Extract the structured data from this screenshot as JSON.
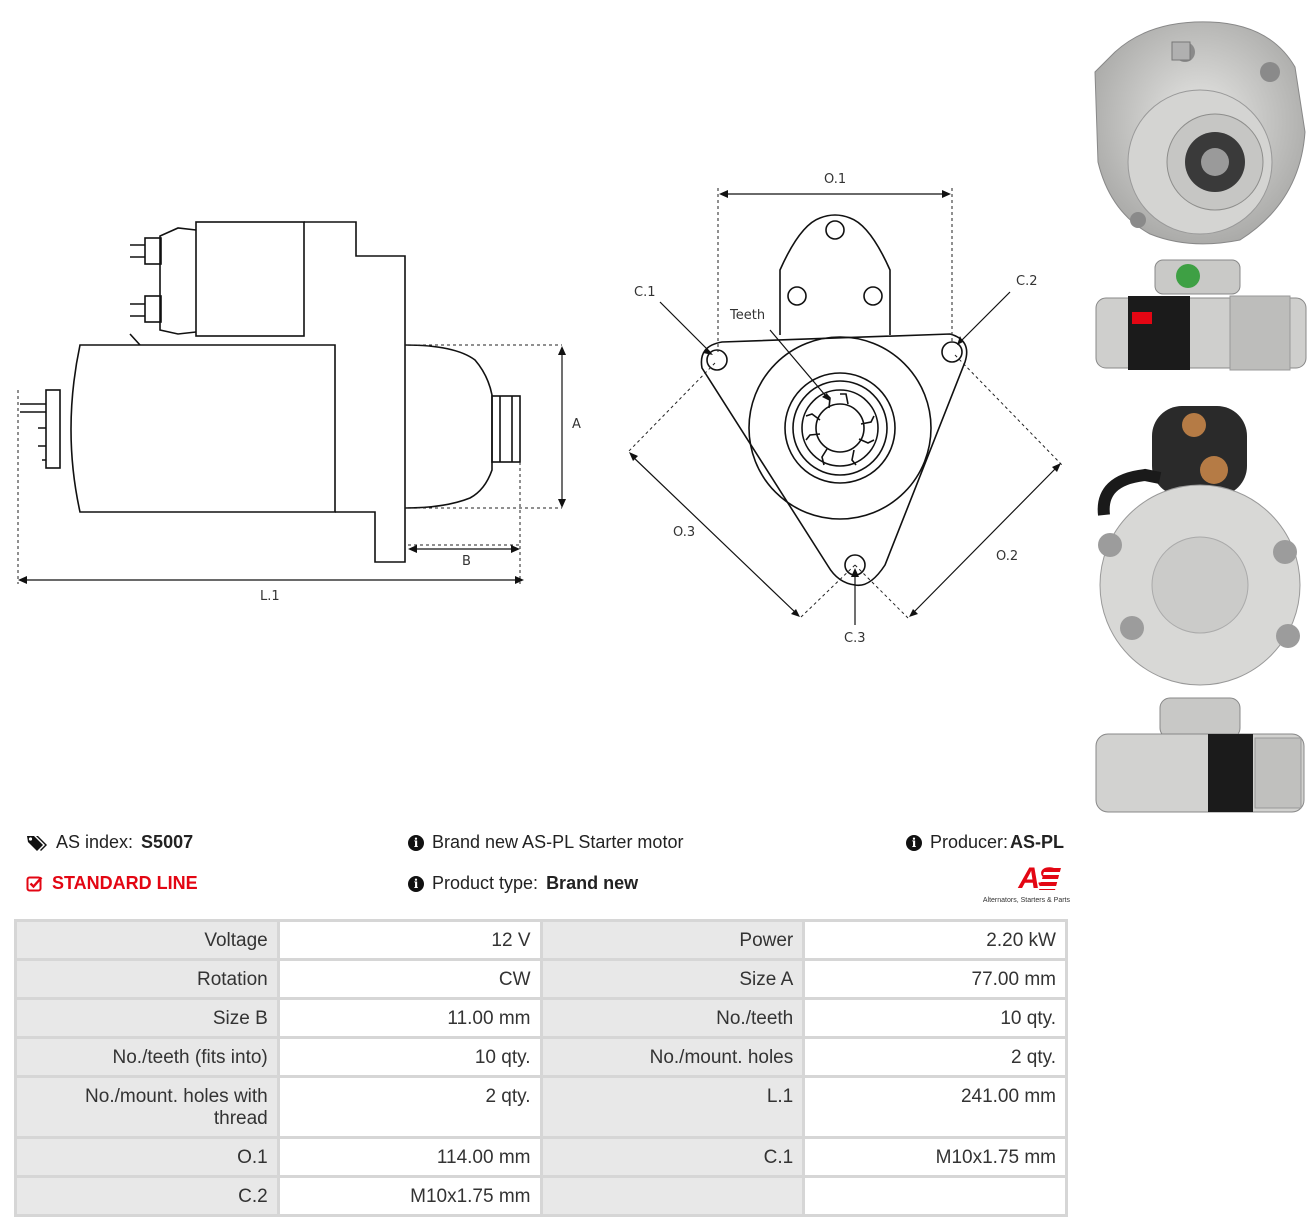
{
  "diagram": {
    "labels": {
      "o1": "O.1",
      "o2": "O.2",
      "o3": "O.3",
      "c1": "C.1",
      "c2": "C.2",
      "c3": "C.3",
      "teeth": "Teeth",
      "a": "A",
      "b": "B",
      "l1": "L.1"
    }
  },
  "info": {
    "as_index_label": "AS index:",
    "as_index_value": "S5007",
    "standard_line": "STANDARD LINE",
    "brand_text": "Brand new AS-PL Starter motor",
    "product_type_label": "Product type:",
    "product_type_value": "Brand new",
    "producer_label": "Producer:",
    "producer_value": "AS-PL",
    "logo_text": "AS",
    "logo_tagline": "Alternators, Starters & Parts"
  },
  "specs": [
    [
      "Voltage",
      "12 V",
      "Power",
      "2.20 kW"
    ],
    [
      "Rotation",
      "CW",
      "Size A",
      "77.00 mm"
    ],
    [
      "Size B",
      "11.00 mm",
      "No./teeth",
      "10 qty."
    ],
    [
      "No./teeth (fits into)",
      "10 qty.",
      "No./mount. holes",
      "2 qty."
    ],
    [
      "No./mount. holes with thread",
      "2 qty.",
      "L.1",
      "241.00 mm"
    ],
    [
      "O.1",
      "114.00 mm",
      "C.1",
      "M10x1.75 mm"
    ],
    [
      "C.2",
      "M10x1.75 mm",
      "",
      ""
    ]
  ],
  "colors": {
    "accent_red": "#e30613",
    "table_key_bg": "#e8e8e8",
    "table_border": "#d6d6d6"
  }
}
